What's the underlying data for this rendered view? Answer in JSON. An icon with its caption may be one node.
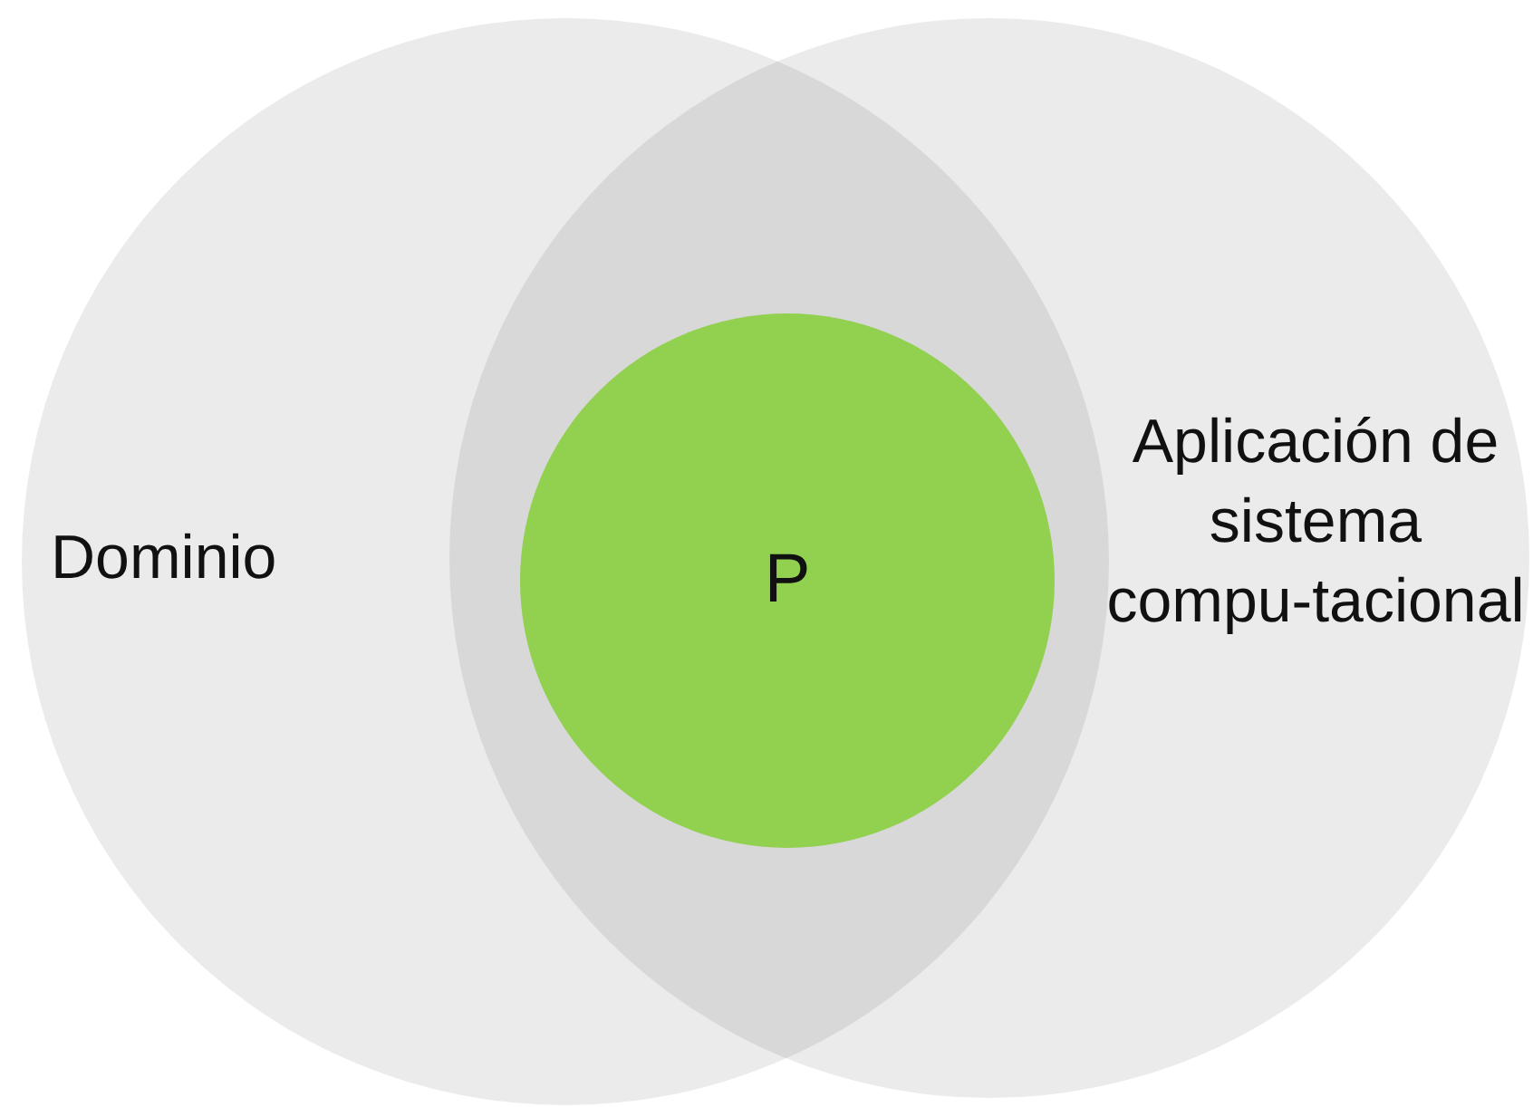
{
  "diagram": {
    "nodes": [
      {
        "text": [
          "Dominio"
        ]
      },
      {
        "text": [
          "Aplicación de sistema compu-tacional"
        ]
      },
      {
        "text": [
          "P"
        ]
      }
    ]
  }
}
